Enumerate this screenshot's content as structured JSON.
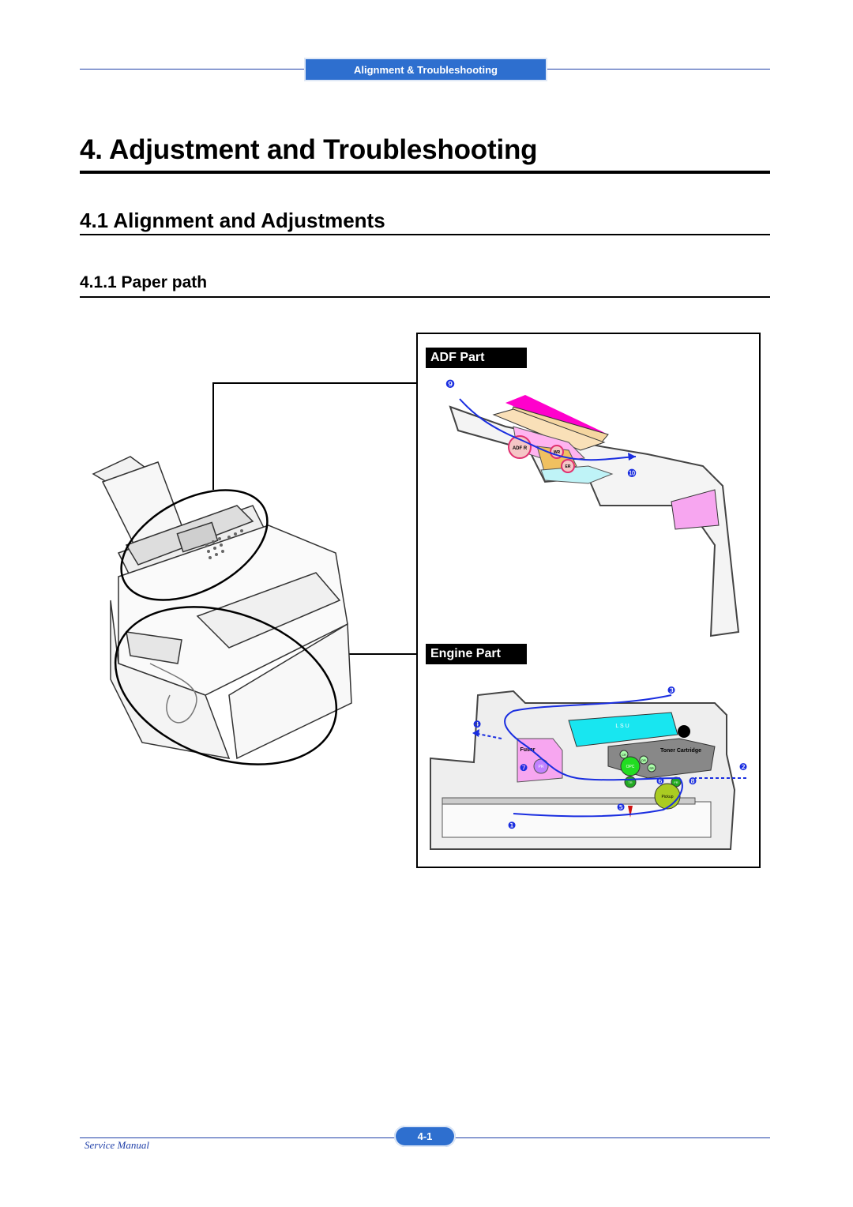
{
  "header": {
    "tab_label": "Alignment & Troubleshooting"
  },
  "chapter_title": "4. Adjustment and Troubleshooting",
  "section_title": "4.1 Alignment and Adjustments",
  "subsection_title": "4.1.1 Paper path",
  "figure": {
    "adf_label": "ADF Part",
    "engine_label": "Engine Part",
    "adf_parts": {
      "adf_roller": "ADF R",
      "white_roller": "WR",
      "exit_roller": "ER"
    },
    "engine_parts": {
      "lsu": "L S U",
      "toner_cartridge": "Toner Cartridge",
      "fuser": "Fuser",
      "cr": "CR",
      "opc": "OPC",
      "dr": "DR",
      "sr": "SR",
      "tr": "TR",
      "fr": "FR",
      "pr": "PR",
      "pickup": "Pickup"
    },
    "path_markers": [
      "❶",
      "❷",
      "❸",
      "❹",
      "❺",
      "❻",
      "❼",
      "❽",
      "❾",
      "❿"
    ]
  },
  "footer": {
    "manual_label": "Service Manual",
    "page_number": "4-1"
  }
}
